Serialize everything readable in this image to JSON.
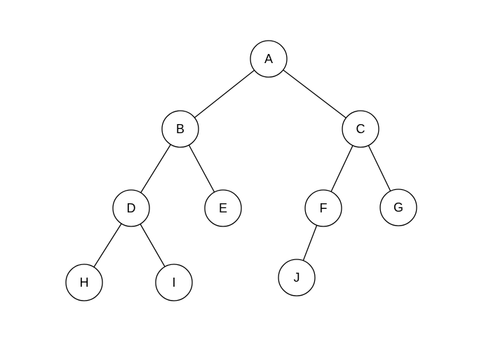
{
  "tree": {
    "nodes": [
      {
        "id": "A",
        "label": "A"
      },
      {
        "id": "B",
        "label": "B"
      },
      {
        "id": "C",
        "label": "C"
      },
      {
        "id": "D",
        "label": "D"
      },
      {
        "id": "E",
        "label": "E"
      },
      {
        "id": "F",
        "label": "F"
      },
      {
        "id": "G",
        "label": "G"
      },
      {
        "id": "H",
        "label": "H"
      },
      {
        "id": "I",
        "label": "I"
      },
      {
        "id": "J",
        "label": "J"
      }
    ],
    "edges": [
      {
        "from": "A",
        "to": "B"
      },
      {
        "from": "A",
        "to": "C"
      },
      {
        "from": "B",
        "to": "D"
      },
      {
        "from": "B",
        "to": "E"
      },
      {
        "from": "C",
        "to": "F"
      },
      {
        "from": "C",
        "to": "G"
      },
      {
        "from": "D",
        "to": "H"
      },
      {
        "from": "D",
        "to": "I"
      },
      {
        "from": "F",
        "to": "J"
      }
    ]
  }
}
